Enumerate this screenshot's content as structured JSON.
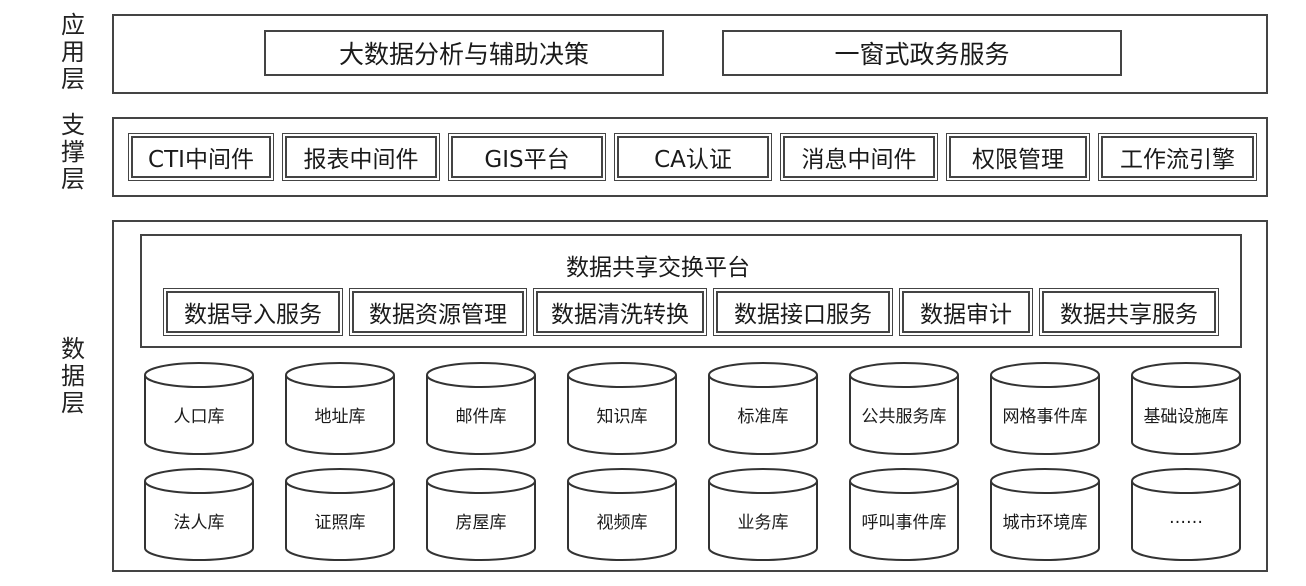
{
  "layers": {
    "app": [
      "应",
      "用",
      "层"
    ],
    "support": [
      "支",
      "撑",
      "层"
    ],
    "data": [
      "数",
      "据",
      "层"
    ]
  },
  "app_boxes": [
    "大数据分析与辅助决策",
    "一窗式政务服务"
  ],
  "support_boxes": [
    "CTI中间件",
    "报表中间件",
    "GIS平台",
    "CA认证",
    "消息中间件",
    "权限管理",
    "工作流引擎"
  ],
  "platform": {
    "title": "数据共享交换平台",
    "services": [
      "数据导入服务",
      "数据资源管理",
      "数据清洗转换",
      "数据接口服务",
      "数据审计",
      "数据共享服务"
    ]
  },
  "databases_row1": [
    "人口库",
    "地址库",
    "邮件库",
    "知识库",
    "标准库",
    "公共服务库",
    "网格事件库",
    "基础设施库"
  ],
  "databases_row2": [
    "法人库",
    "证照库",
    "房屋库",
    "视频库",
    "业务库",
    "呼叫事件库",
    "城市环境库",
    "……"
  ]
}
